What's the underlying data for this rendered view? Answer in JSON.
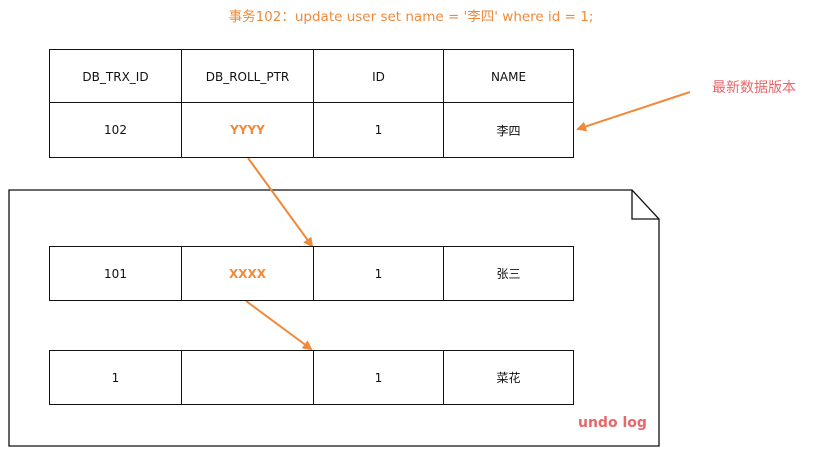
{
  "title": "事务102：update user set name = '李四' where id = 1;",
  "latest_label": "最新数据版本",
  "undo_label": "undo log",
  "header": [
    "DB_TRX_ID",
    "DB_ROLL_PTR",
    "ID",
    "NAME"
  ],
  "current_row": [
    "102",
    "YYYY",
    "1",
    "李四"
  ],
  "undo_rows": [
    [
      "101",
      "XXXX",
      "1",
      "张三"
    ],
    [
      "1",
      "",
      "1",
      "菜花"
    ]
  ],
  "colors": {
    "accent": "#f08a3a",
    "note": "#e7676a",
    "line": "#111111"
  }
}
